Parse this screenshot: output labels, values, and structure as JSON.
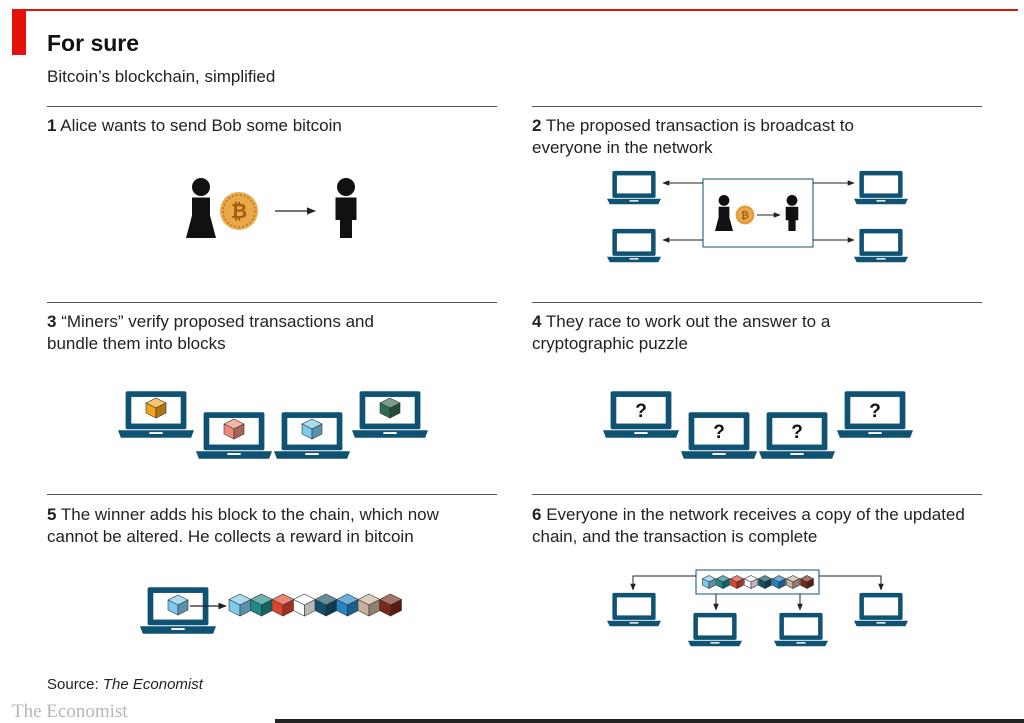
{
  "header": {
    "title": "For sure",
    "subtitle": "Bitcoin’s blockchain, simplified"
  },
  "steps": [
    {
      "num": "1",
      "line1": "Alice wants to send Bob some bitcoin",
      "line2": ""
    },
    {
      "num": "2",
      "line1": "The proposed transaction is broadcast to",
      "line2": "everyone in the network"
    },
    {
      "num": "3",
      "line1": "“Miners” verify proposed transactions and",
      "line2": "bundle them into blocks"
    },
    {
      "num": "4",
      "line1": "They race to work out the answer to a",
      "line2": "cryptographic puzzle"
    },
    {
      "num": "5",
      "line1": "The winner adds his block to the chain, which now",
      "line2": "cannot be altered. He collects a reward in bitcoin"
    },
    {
      "num": "6",
      "line1": "Everyone in the network receives a copy of the updated",
      "line2": "chain, and the transaction is complete"
    }
  ],
  "puzzle_glyph": "?",
  "source": {
    "label": "Source:",
    "value": "The Economist"
  },
  "brand": "The Economist",
  "colors": {
    "accent_red": "#e3120b",
    "laptop_blue": "#0f5272",
    "coin_gold": "#e9a94a",
    "block_orange": "#f3a31c",
    "block_salmon": "#ee8a76",
    "block_lightblue": "#7ccbec",
    "block_green": "#2f6b4e",
    "chain_teal": "#1b8a86",
    "chain_red": "#e0442f",
    "chain_navy": "#14506c",
    "chain_blue": "#2384c6",
    "chain_tan": "#c9b09b",
    "chain_brown": "#7a2718"
  }
}
